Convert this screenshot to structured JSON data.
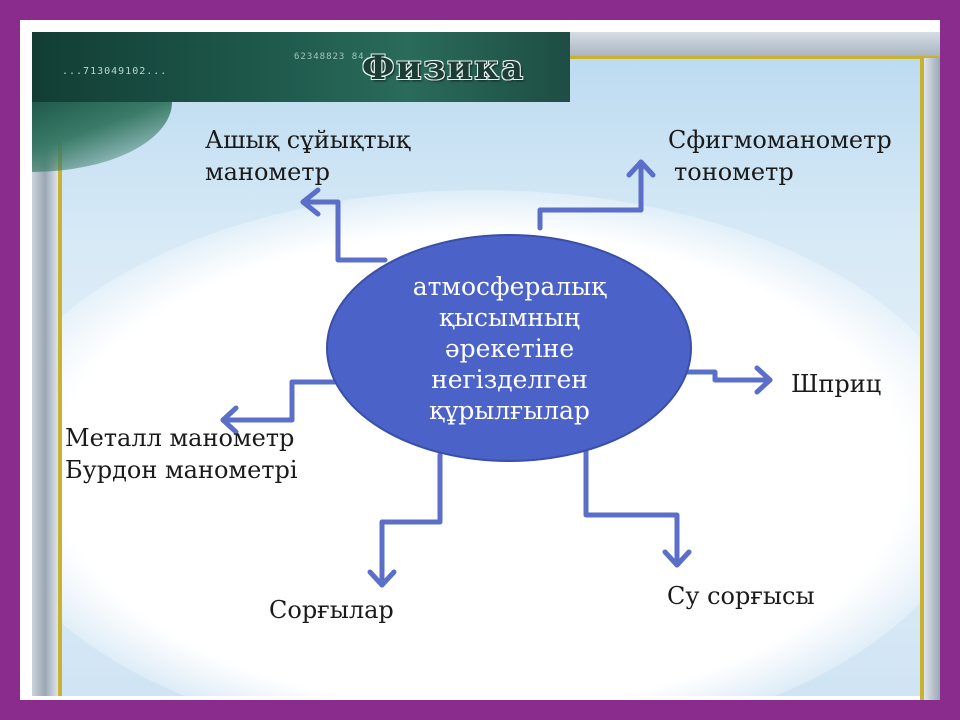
{
  "header": {
    "title": "Физика",
    "digits_left": "...713049102...",
    "digits_right": "62348823 84..."
  },
  "center": {
    "lines": [
      "атмосфералық",
      "қысымның",
      "әрекетіне",
      "негізделген",
      "құрылғылар"
    ]
  },
  "devices": {
    "top_left": [
      "Ашық сұйықтық",
      "манометр"
    ],
    "top_right": [
      "Сфигмоманометр",
      "тонометр"
    ],
    "right": "Шприц",
    "left": [
      "Металл манометр",
      "Бурдон манометрі"
    ],
    "bottom_left": "Сорғылар",
    "bottom_right": "Су сорғысы"
  },
  "colors": {
    "frame": "#8a2b8e",
    "ellipse_fill": "#4b62c8",
    "arrow": "#5b6fc9",
    "banner": "#1f5a4d"
  }
}
